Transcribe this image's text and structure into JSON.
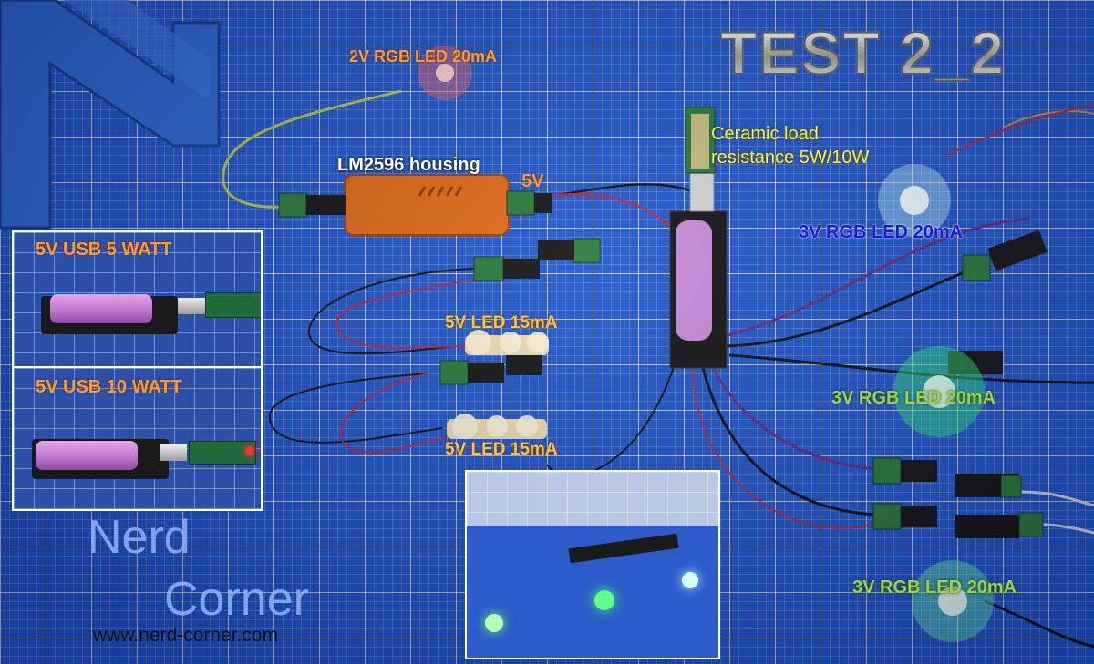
{
  "title": "TEST 2_2",
  "labels": {
    "led_2v": "2V RGB LED 20mA",
    "housing": "LM2596 housing",
    "v5": "5V",
    "ceramic_line1": "Ceramic load",
    "ceramic_line2": "resistance 5W/10W",
    "led_3v_blue": "3V RGB LED 20mA",
    "led_5v_top": "5V LED 15mA",
    "led_3v_green_1": "3V RGB LED 20mA",
    "led_5v_bottom": "5V LED 15mA",
    "led_3v_green_2": "3V RGB LED 20mA"
  },
  "insets": {
    "usb_5w": "5V USB 5 WATT",
    "usb_10w": "5V USB 10 WATT"
  },
  "branding": {
    "nerd": "Nerd",
    "corner": "Corner",
    "url": "www.nerd-corner.com"
  },
  "colors": {
    "mat_blue": "#1d57cf",
    "orange_label": "#ff9a2e",
    "yellow_label": "#f4f04a",
    "blue_label": "#1b1bd8",
    "green_label": "#9ed24a"
  }
}
